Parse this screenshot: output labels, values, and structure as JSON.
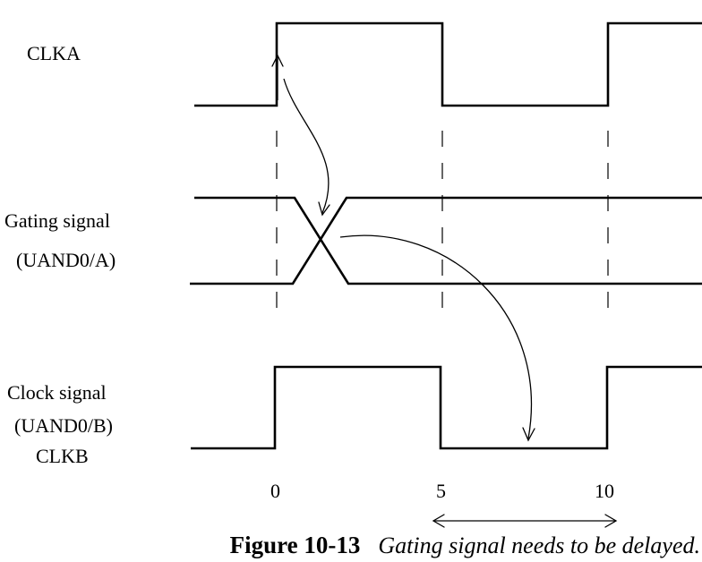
{
  "signals": {
    "clka": {
      "lines": [
        "CLKA"
      ]
    },
    "gating": {
      "lines": [
        "Gating signal",
        "(UAND0/A)"
      ]
    },
    "clock": {
      "lines": [
        "Clock signal",
        "(UAND0/B)",
        "CLKB"
      ]
    }
  },
  "time_axis": {
    "ticks": [
      "0",
      "5",
      "10"
    ]
  },
  "caption": {
    "figure_number": "Figure 10-13",
    "text": "Gating signal needs to be delayed."
  }
}
